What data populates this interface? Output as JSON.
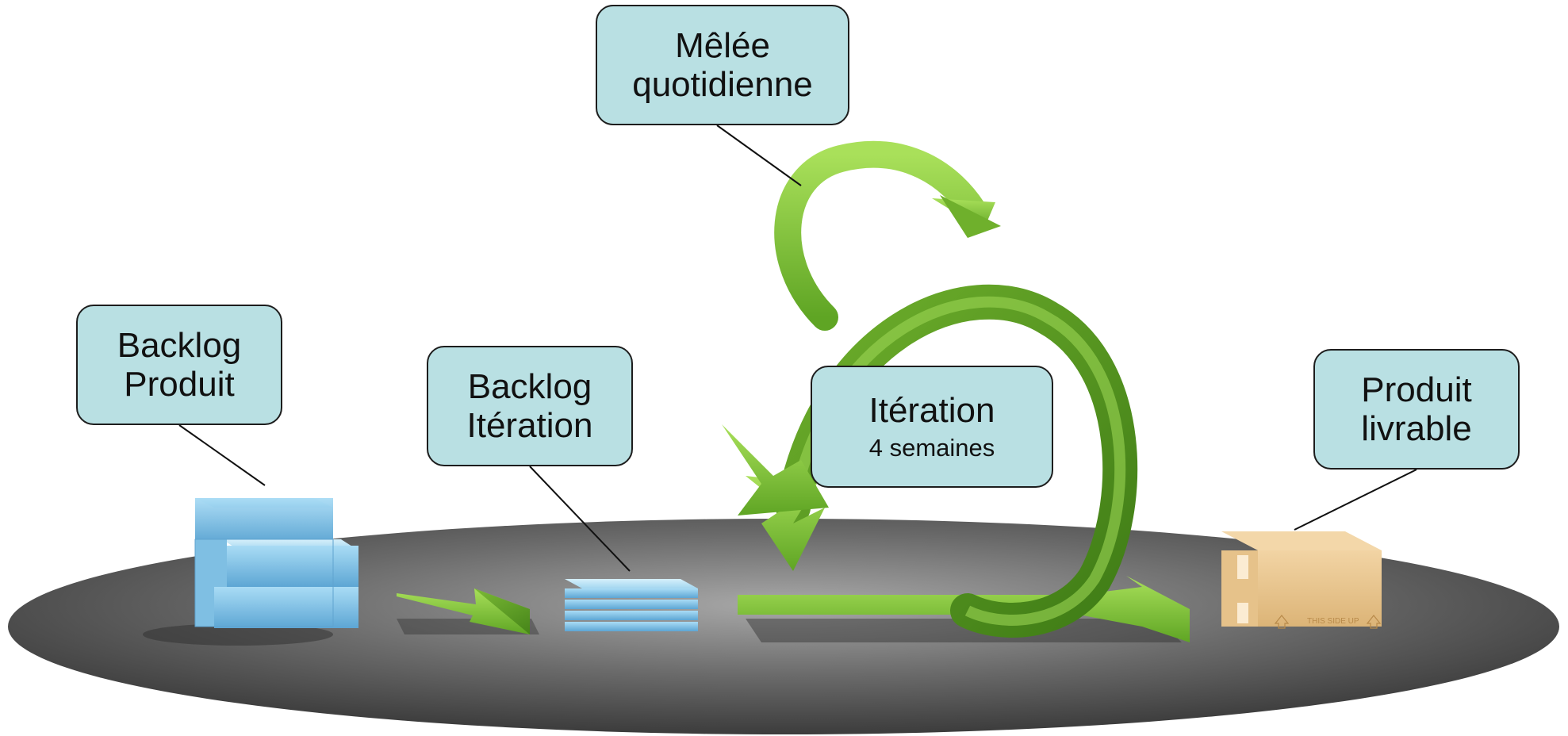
{
  "diagram": {
    "callouts": {
      "melee": {
        "line1": "Mêlée",
        "line2": "quotidienne"
      },
      "backlog_produit": {
        "line1": "Backlog",
        "line2": "Produit"
      },
      "backlog_iteration": {
        "line1": "Backlog",
        "line2": "Itération"
      },
      "iteration": {
        "title": "Itération",
        "duration": "4 semaines"
      },
      "produit_livrable": {
        "line1": "Produit",
        "line2": "livrable"
      }
    },
    "box_label": "THIS SIDE UP",
    "colors": {
      "callout_fill": "#b9e0e3",
      "arrow_green": "#7fc233",
      "arrow_green_dark": "#4f8f1c",
      "blocks_blue": "#7bbfe6",
      "platform_dark": "#4a4a4a",
      "box_tan": "#e8c48f"
    }
  }
}
